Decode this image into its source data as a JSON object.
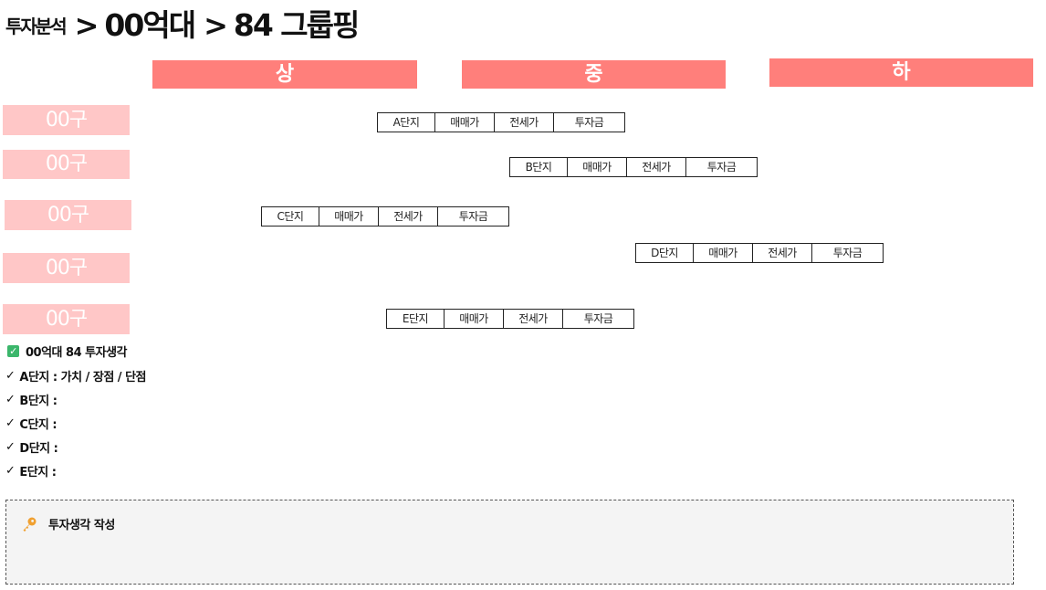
{
  "title": {
    "crumb_small": "투자분석",
    "separator": ">",
    "crumb_mid": "00억대",
    "crumb_last": "84 그룹핑"
  },
  "tiers": [
    {
      "label": "상"
    },
    {
      "label": "중"
    },
    {
      "label": "하"
    }
  ],
  "districts": [
    {
      "label": "00구"
    },
    {
      "label": "00구"
    },
    {
      "label": "00구"
    },
    {
      "label": "00구"
    },
    {
      "label": "00구"
    }
  ],
  "complexes": [
    {
      "name": "A단지",
      "sale": "매매가",
      "lease": "전세가",
      "invest": "투자금"
    },
    {
      "name": "B단지",
      "sale": "매매가",
      "lease": "전세가",
      "invest": "투자금"
    },
    {
      "name": "C단지",
      "sale": "매매가",
      "lease": "전세가",
      "invest": "투자금"
    },
    {
      "name": "D단지",
      "sale": "매매가",
      "lease": "전세가",
      "invest": "투자금"
    },
    {
      "name": "E단지",
      "sale": "매매가",
      "lease": "전세가",
      "invest": "투자금"
    }
  ],
  "notes": {
    "heading": "00억대 84 투자생각",
    "check_icon": "checkmark-box-icon",
    "tick_glyph": "✓",
    "lines": [
      "A단지 : 가치 / 장점 / 단점",
      "B단지 :",
      "C단지 :",
      "D단지 :",
      "E단지 :"
    ]
  },
  "write_box": {
    "icon": "key-icon",
    "label": "투자생각 작성"
  },
  "colors": {
    "tier_bg": "#ff7f7b",
    "district_bg": "#ffc7c7",
    "check_green": "#3bb66b",
    "key_orange": "#f0a030"
  }
}
